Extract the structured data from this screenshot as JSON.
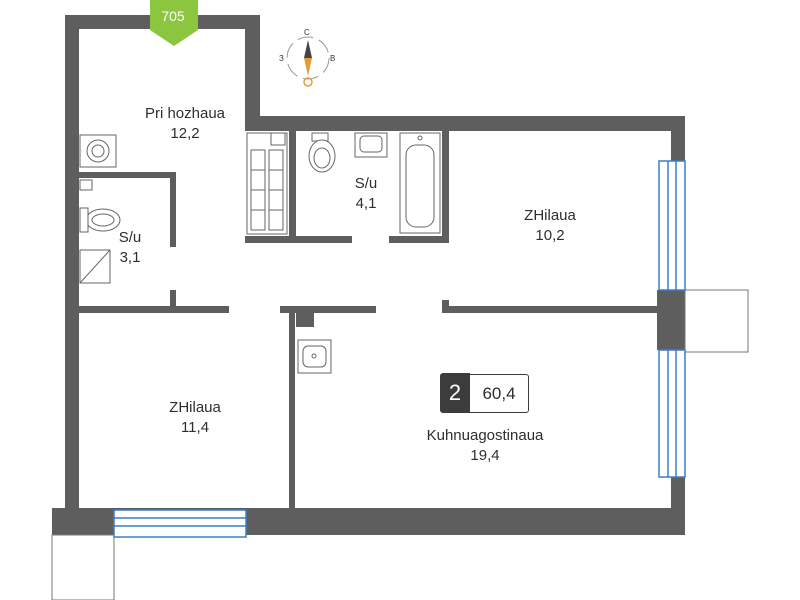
{
  "apartment_number": "705",
  "compass": {
    "north": "С",
    "west": "З",
    "east": "В"
  },
  "rooms": [
    {
      "id": "hall",
      "name": "Pri hozhaua",
      "area": "12,2"
    },
    {
      "id": "bath_small",
      "name": "S/u",
      "area": "3,1"
    },
    {
      "id": "bath_big",
      "name": "S/u",
      "area": "4,1"
    },
    {
      "id": "bedroom_1",
      "name": "ZHilaua",
      "area": "10,2"
    },
    {
      "id": "bedroom_2",
      "name": "ZHilaua",
      "area": "11,4"
    },
    {
      "id": "kitchen_living",
      "name": "Kuhnuagostinaua",
      "area": "19,4"
    }
  ],
  "summary": {
    "rooms_count": "2",
    "total_area": "60,4"
  },
  "colors": {
    "wall": "#5e5e5e",
    "window": "#3a7fc8",
    "tag": "#8cc63f",
    "fixture": "#666666"
  }
}
